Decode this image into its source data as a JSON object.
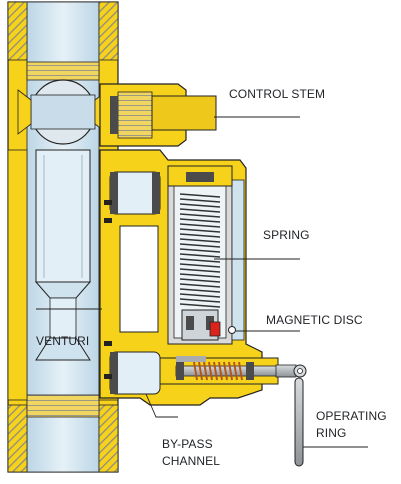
{
  "labels": {
    "control_stem": "CONTROL STEM",
    "spring": "SPRING",
    "magnetic_disc": "MAGNETIC DISC",
    "venturi": "VENTURI",
    "operating_ring_line1": "OPERATING",
    "operating_ring_line2": "RING",
    "bypass_line1": "BY-PASS",
    "bypass_line2": "CHANNEL"
  },
  "colors": {
    "brass": "#f7d21a",
    "brass_dark": "#b99400",
    "glass": "#cfe3ef",
    "glass_light": "#e3eff6",
    "hatch": "#8f8f8f",
    "magnet": "#d9241e",
    "steel": "#b8bcc0",
    "outline": "#222222"
  }
}
